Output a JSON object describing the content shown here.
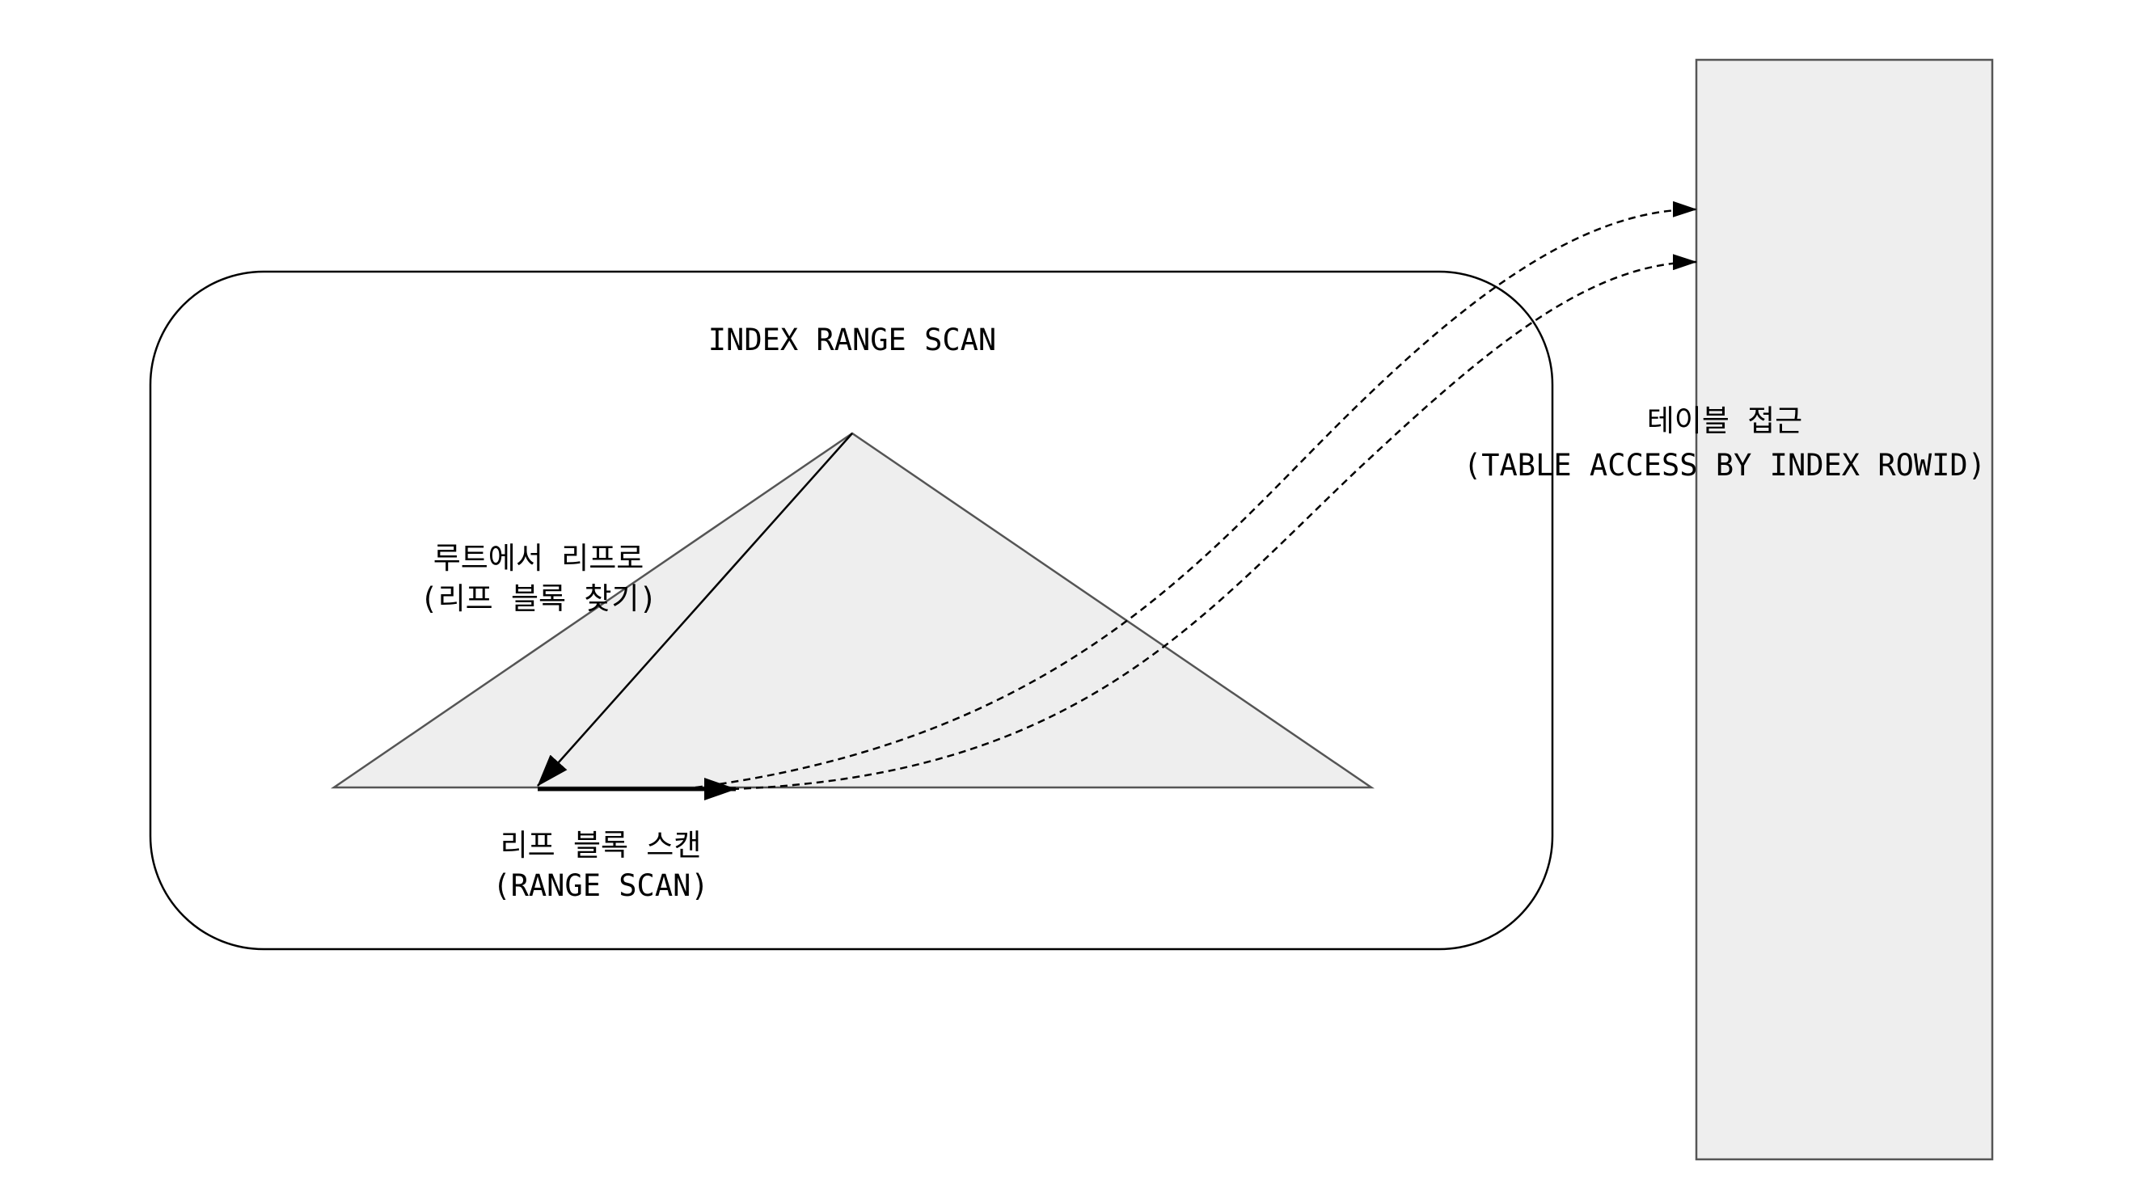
{
  "diagram": {
    "box_title": "INDEX RANGE SCAN",
    "root_to_leaf": {
      "line1": "루트에서 리프로",
      "line2": "(리프 블록 찾기)"
    },
    "leaf_scan": {
      "line1": "리프 블록 스캔",
      "line2": "(RANGE SCAN)"
    },
    "table_access": {
      "line1": "테이블 접근",
      "line2": "(TABLE ACCESS BY INDEX ROWID)"
    }
  },
  "colors": {
    "shape_fill": "#eeeeee",
    "shape_stroke": "#555555",
    "line": "#000000",
    "background": "#ffffff"
  }
}
